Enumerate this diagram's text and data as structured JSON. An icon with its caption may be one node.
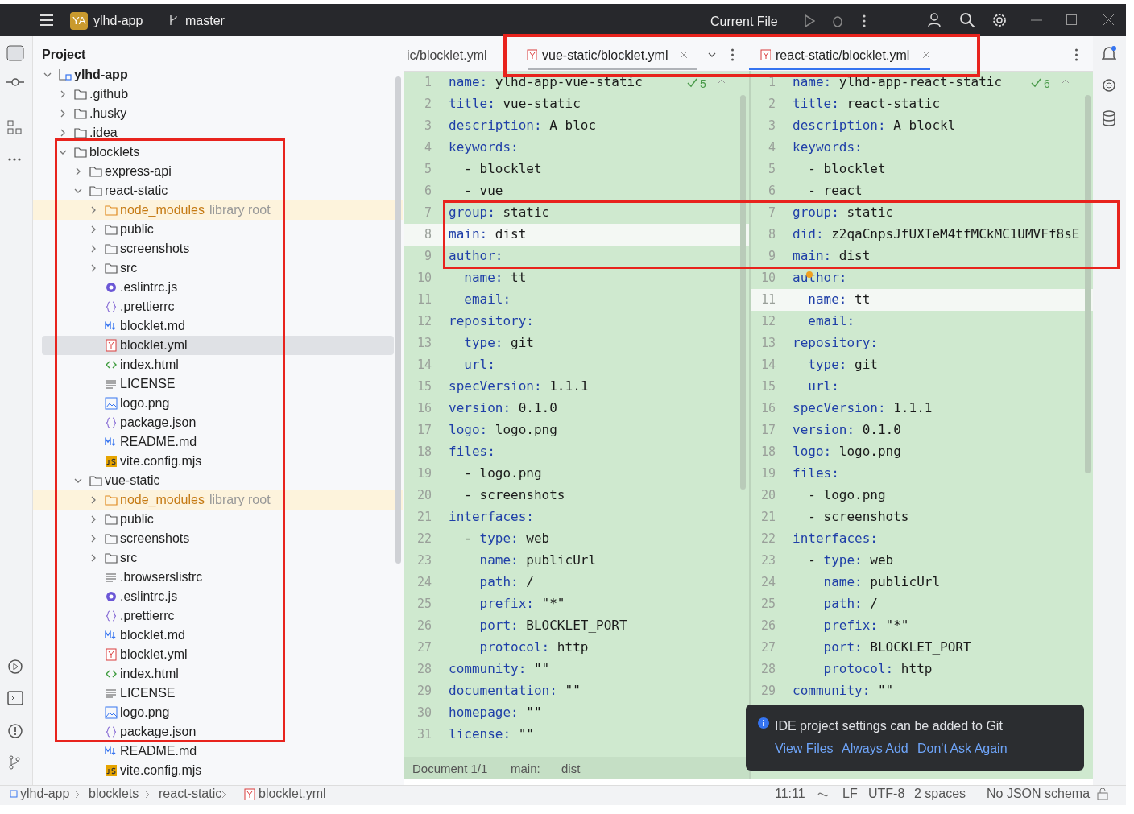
{
  "diagram": {
    "labels": [
      "YA",
      "ylhd-app",
      "master",
      "Current File",
      "Project",
      "ylhd-app",
      ".github",
      ".husky",
      ".idea",
      "blocklets",
      "express-api",
      "react-static",
      "node_modules",
      "library root",
      "public",
      "screenshots",
      "src",
      ".eslintrc.js",
      ".prettierrc",
      "blocklet.md",
      "blocklet.yml",
      "index.html",
      "LICENSE",
      "logo.png",
      "package.json",
      "README.md",
      "vite.config.mjs",
      "vue-static",
      "node_modules",
      "library root",
      "public",
      "screenshots",
      "src",
      ".browserslistrc",
      ".eslintrc.js",
      ".prettierrc",
      "blocklet.md",
      "blocklet.yml",
      "index.html",
      "LICENSE",
      "logo.png",
      "package.json",
      "README.md",
      "vite.config.mjs",
      "ic/blocklet.yml",
      "vue-static/blocklet.yml",
      "react-static/blocklet.yml",
      "1",
      "name: ylhd-app-vue-static",
      "2",
      "title: vue-static",
      "3",
      "description: A bloc",
      "4",
      "keywords:",
      "5",
      "  - blocklet",
      "6",
      "  - vue",
      "7",
      "group: static",
      "8",
      "main: dist",
      "9",
      "author:",
      "10",
      "  name: tt",
      "11",
      "  email:",
      "12",
      "repository:",
      "13",
      "  type: git",
      "14",
      "  url:",
      "15",
      "specVersion: 1.1.1",
      "16",
      "version: 0.1.0",
      "17",
      "logo: logo.png",
      "18",
      "files:",
      "19",
      "  - logo.png",
      "20",
      "  - screenshots",
      "21",
      "interfaces:",
      "22",
      "  - type: web",
      "23",
      "    name: publicUrl",
      "24",
      "    path: /",
      "25",
      "    prefix: \"*\"",
      "26",
      "    port: BLOCKLET_PORT",
      "27",
      "    protocol: http",
      "28",
      "community: \"\"",
      "29",
      "documentation: \"\"",
      "30",
      "homepage: \"\"",
      "31",
      "license: \"\"",
      "5",
      "1",
      "name: ylhd-app-react-static",
      "2",
      "title: react-static",
      "3",
      "description: A blockl",
      "4",
      "keywords:",
      "5",
      "  - blocklet",
      "6",
      "  - react",
      "7",
      "group: static",
      "8",
      "did: z2qaCnpsJfUXTeM4tfMCkMC1UMVFf8sE",
      "9",
      "main: dist",
      "10",
      "author:",
      "11",
      "  name: tt",
      "12",
      "  email:",
      "13",
      "repository:",
      "14",
      "  type: git",
      "15",
      "  url:",
      "16",
      "specVersion: 1.1.1",
      "17",
      "version: 0.1.0",
      "18",
      "logo: logo.png",
      "19",
      "files:",
      "20",
      "  - logo.png",
      "21",
      "  - screenshots",
      "22",
      "interfaces:",
      "23",
      "  - type: web",
      "24",
      "    name: publicUrl",
      "25",
      "    path: /",
      "26",
      "    prefix: \"*\"",
      "27",
      "    port: BLOCKLET_PORT",
      "28",
      "    protocol: http",
      "29",
      "community: \"\"",
      "6",
      "Document 1/1",
      "main:",
      "dist",
      "IDE project settings can be added to Git",
      "View Files",
      "Always Add",
      "Don't Ask Again",
      "ylhd-app",
      "blocklets",
      "react-static",
      "blocklet.yml",
      "11:11",
      "LF",
      "UTF-8",
      "2 spaces",
      "No JSON schema"
    ]
  }
}
